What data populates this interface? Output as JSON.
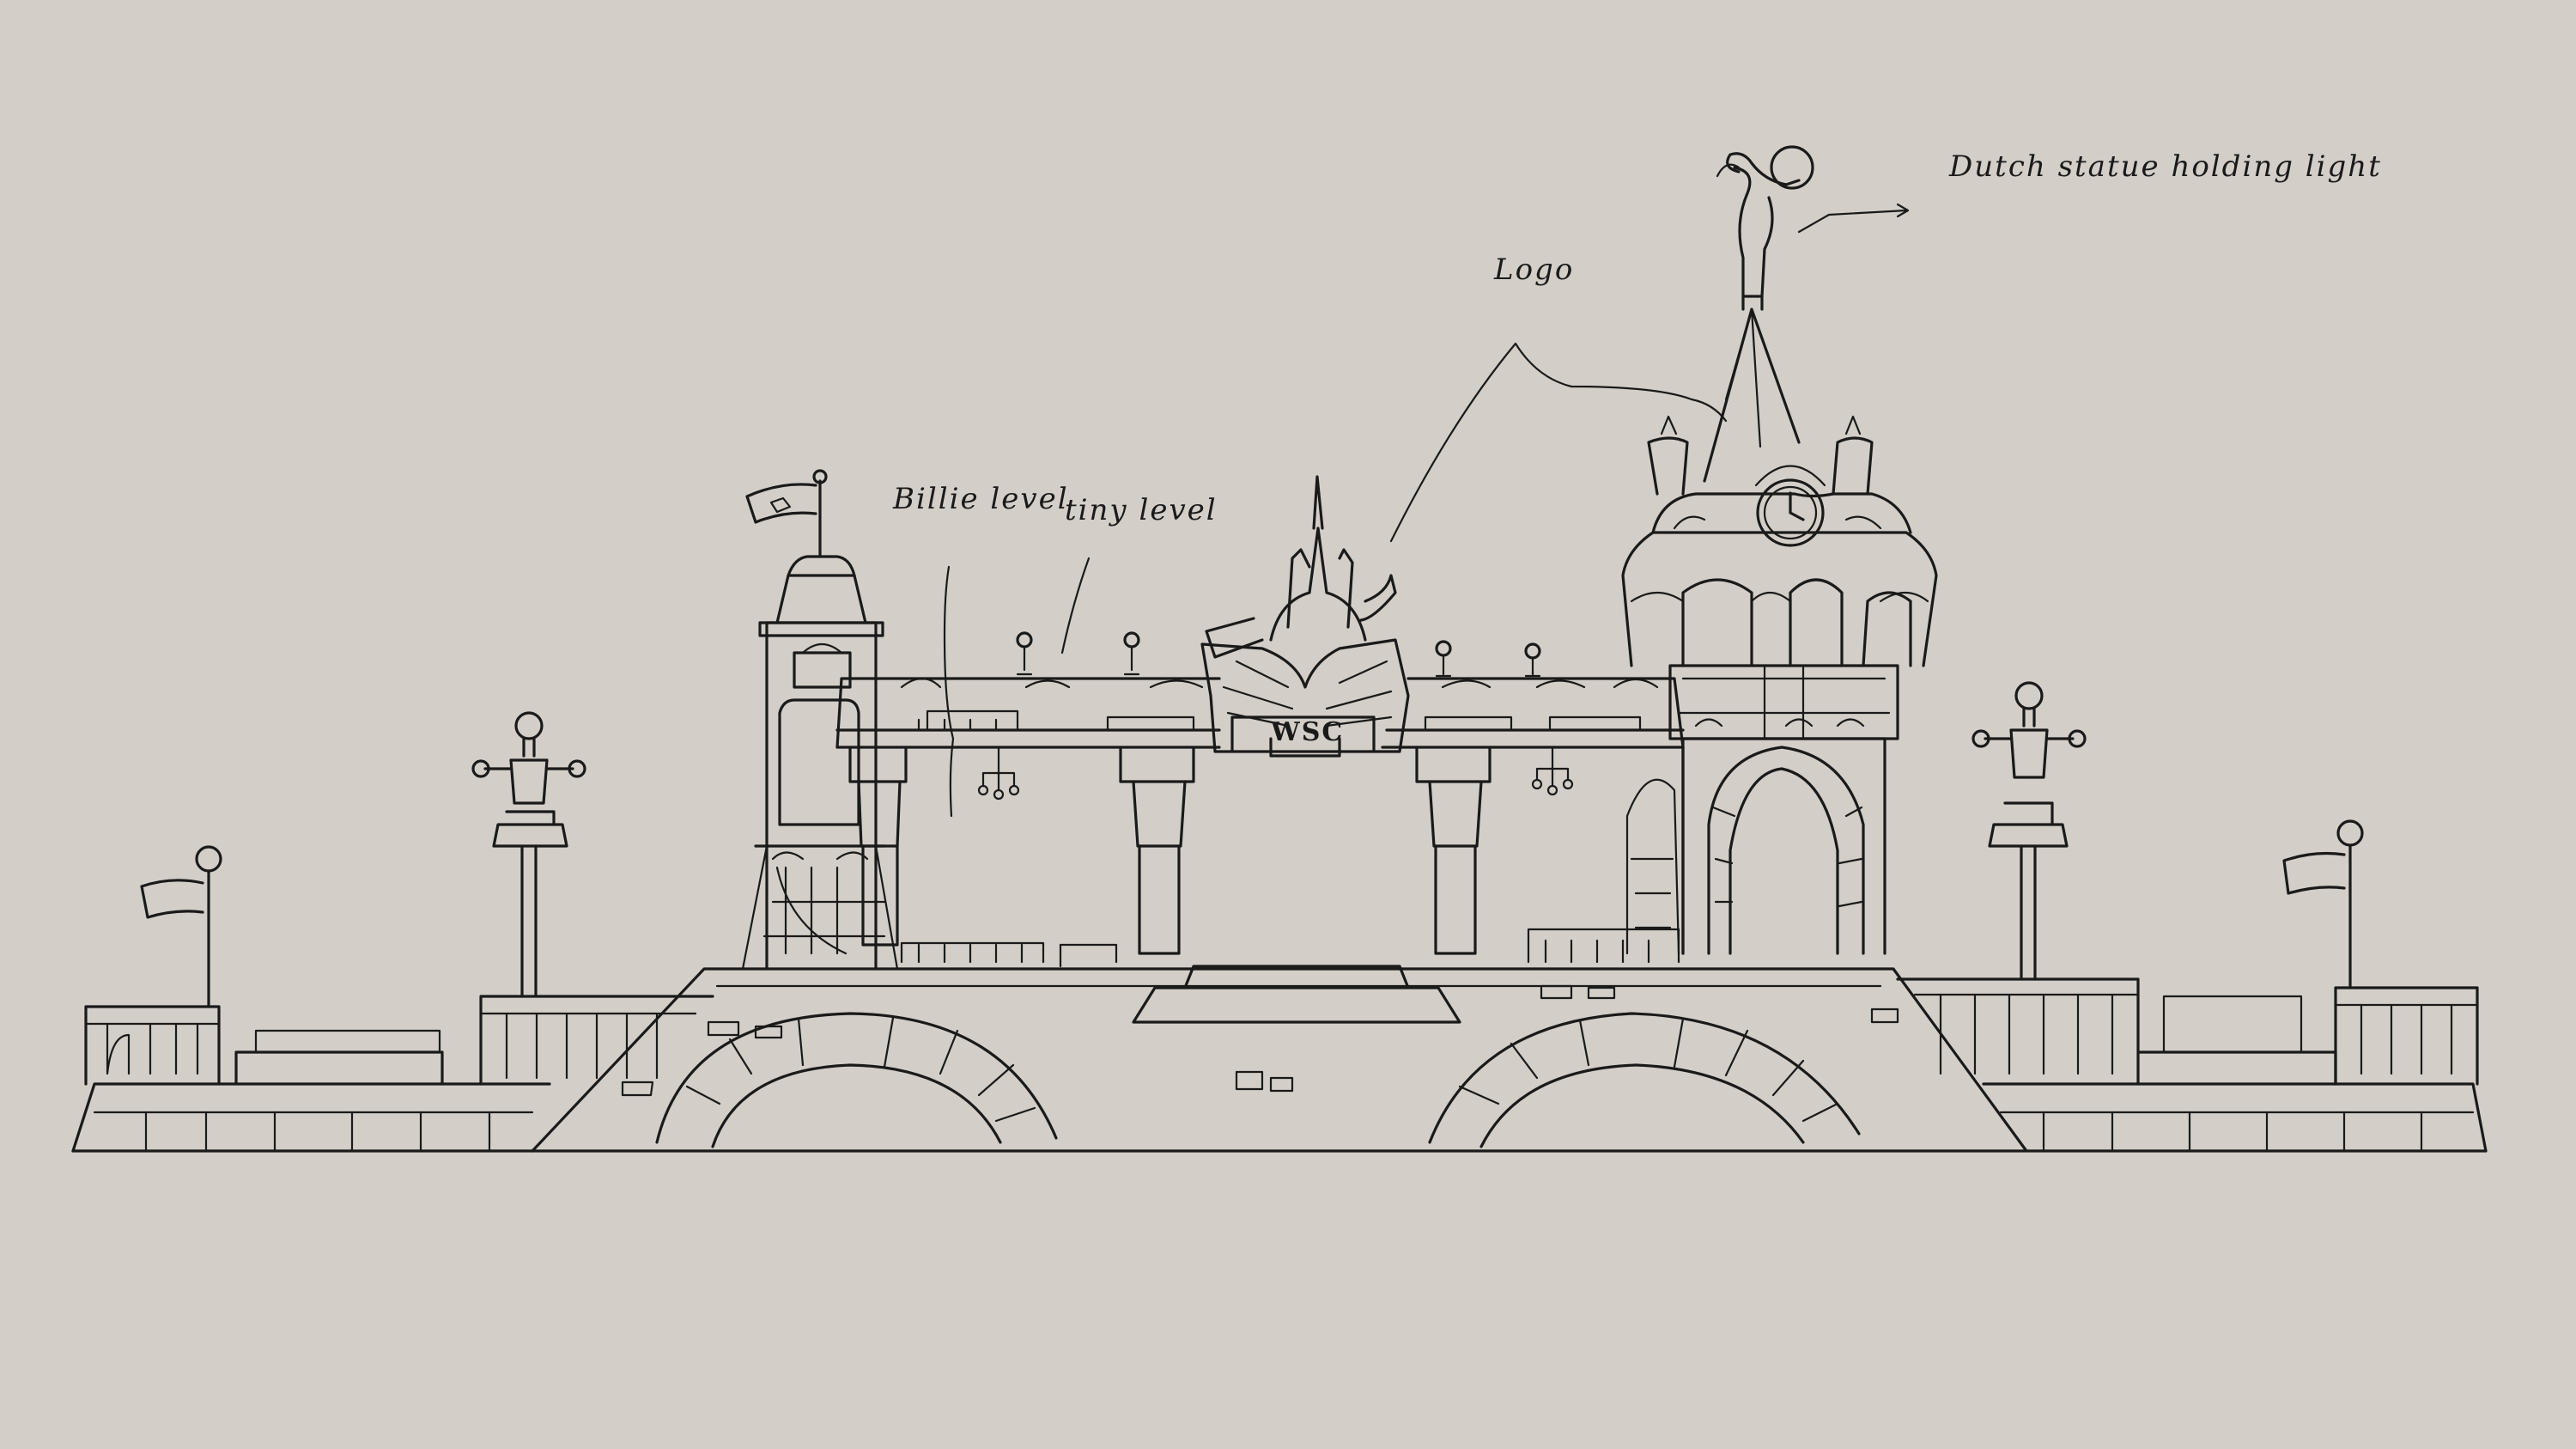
{
  "annotations": {
    "statue": "Dutch statue holding light",
    "logo": "Logo",
    "billie": "Billie level",
    "tiny": "tiny level"
  },
  "sign": {
    "letters": "WSC"
  },
  "colors": {
    "background": "#d3cec8",
    "ink": "#1a1a1a"
  }
}
